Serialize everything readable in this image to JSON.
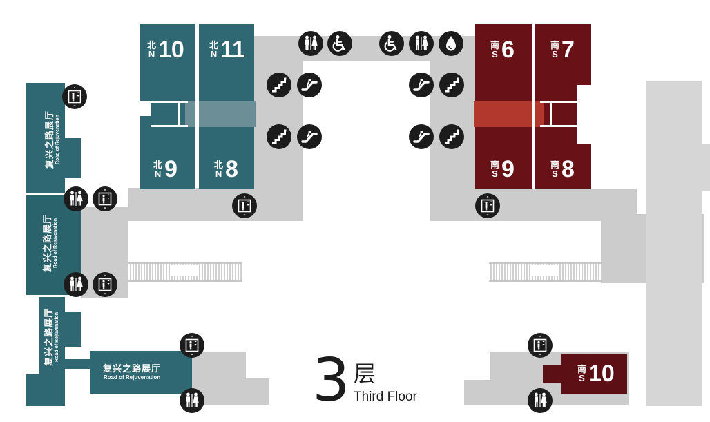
{
  "floor": {
    "number": "3",
    "name_zh": "层",
    "name_en": "Third Floor"
  },
  "rooms_north": [
    {
      "id": "n10",
      "zh": "北",
      "en": "N",
      "num": "10"
    },
    {
      "id": "n11",
      "zh": "北",
      "en": "N",
      "num": "11"
    },
    {
      "id": "n9",
      "zh": "北",
      "en": "N",
      "num": "9"
    },
    {
      "id": "n8",
      "zh": "北",
      "en": "N",
      "num": "8"
    }
  ],
  "rooms_south": [
    {
      "id": "s6",
      "zh": "南",
      "en": "S",
      "num": "6"
    },
    {
      "id": "s7",
      "zh": "南",
      "en": "S",
      "num": "7"
    },
    {
      "id": "s9",
      "zh": "南",
      "en": "S",
      "num": "9"
    },
    {
      "id": "s8",
      "zh": "南",
      "en": "S",
      "num": "8"
    },
    {
      "id": "s10",
      "zh": "南",
      "en": "S",
      "num": "10"
    }
  ],
  "halls": [
    {
      "zh": "复兴之路展厅",
      "en": "Road of Rejuvenation"
    },
    {
      "zh": "复兴之路展厅",
      "en": "Road of Rejuvenation"
    },
    {
      "zh": "复兴之路展厅",
      "en": "Road of Rejuvenation"
    },
    {
      "zh": "复兴之路展厅",
      "en": "Road of Rejuvenation"
    }
  ],
  "icons": {
    "restroom": "restroom-icon",
    "accessible": "wheelchair-icon",
    "water": "water-drop-icon",
    "elevator": "elevator-icon",
    "stairs": "stairs-icon",
    "escalator": "escalator-icon"
  },
  "colors": {
    "north_hall": "#2f6872",
    "south_hall": "#681218",
    "corridor": "#cccccc",
    "icon_bg": "#1c1c1c"
  }
}
